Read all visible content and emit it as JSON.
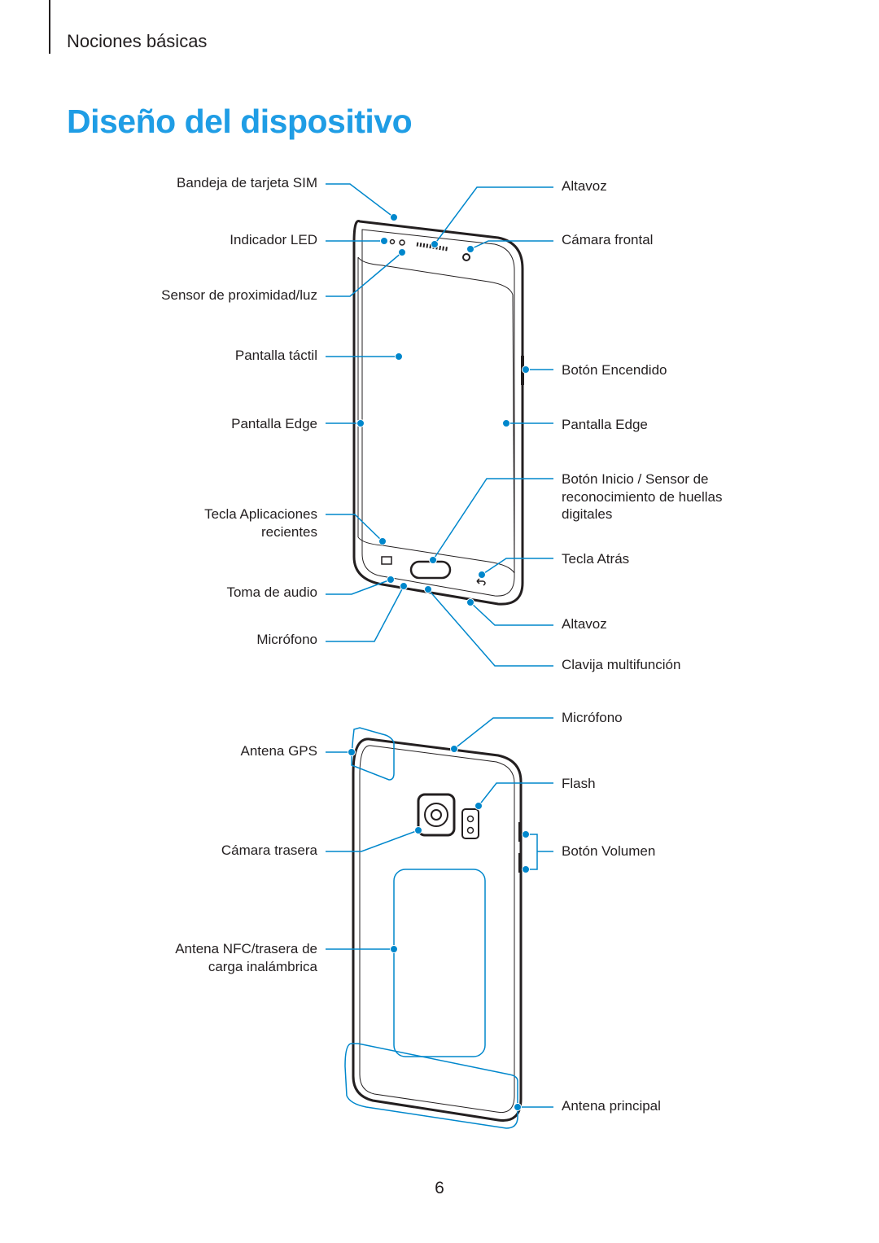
{
  "header": {
    "section": "Nociones básicas"
  },
  "title": "Diseño del dispositivo",
  "front_labels": {
    "sim_tray": "Bandeja de tarjeta SIM",
    "led": "Indicador LED",
    "proximity": "Sensor de proximidad/luz",
    "touchscreen": "Pantalla táctil",
    "edge_left": "Pantalla Edge",
    "recent_apps": "Tecla Aplicaciones recientes",
    "audio_jack": "Toma de audio",
    "mic_bottom": "Micrófono",
    "speaker_top": "Altavoz",
    "front_camera": "Cámara frontal",
    "power_button": "Botón Encendido",
    "edge_right": "Pantalla Edge",
    "home_button": "Botón Inicio / Sensor de reconocimiento de huellas digitales",
    "back_key": "Tecla Atrás",
    "speaker_bottom": "Altavoz",
    "multipurpose_jack": "Clavija multifunción"
  },
  "back_labels": {
    "gps_antenna": "Antena GPS",
    "rear_camera": "Cámara trasera",
    "nfc_antenna": "Antena NFC/trasera de carga inalámbrica",
    "mic_top": "Micrófono",
    "flash": "Flash",
    "volume_button": "Botón Volumen",
    "main_antenna": "Antena principal"
  },
  "page_number": "6",
  "colors": {
    "accent": "#1f9de5",
    "callout": "#0087cc",
    "text": "#231f20"
  }
}
